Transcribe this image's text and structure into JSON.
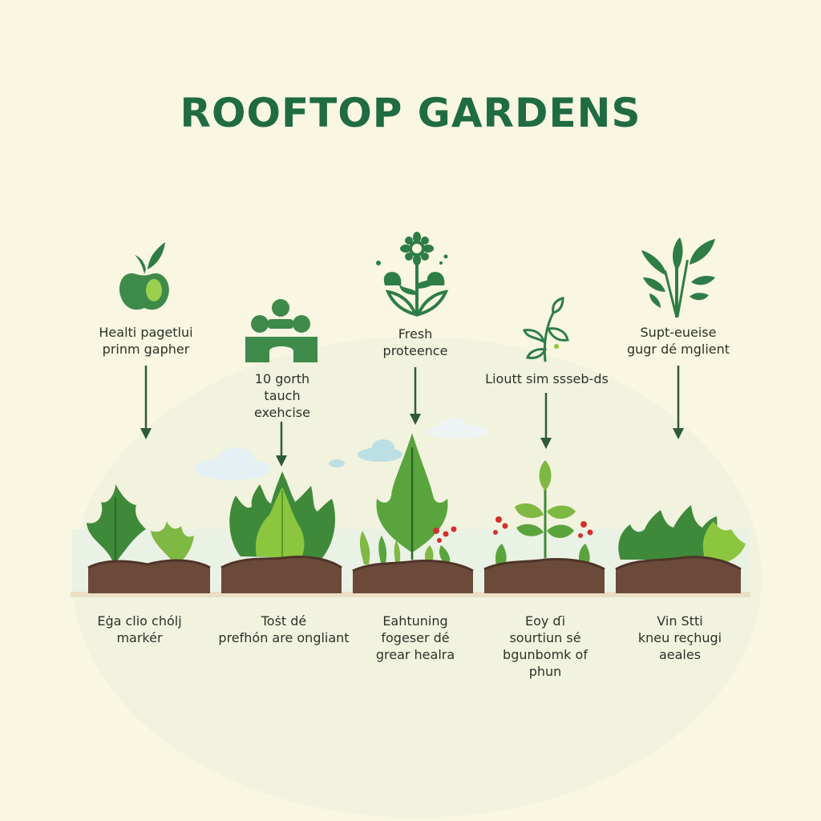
{
  "title": "ROOFTOP GARDENS",
  "benefits": [
    {
      "icon": "apple-icon",
      "lines": [
        "Healti pagetlui",
        "prinm gapher"
      ]
    },
    {
      "icon": "people-icon",
      "lines": [
        "10 gorth",
        "tauch",
        "exehcise"
      ]
    },
    {
      "icon": "flower-icon",
      "lines": [
        "Fresh",
        "proteence"
      ]
    },
    {
      "icon": "sprout-icon",
      "lines": [
        "Lioutt sim ssseb-ds"
      ]
    },
    {
      "icon": "herb-icon",
      "lines": [
        "Supt-eueise",
        "gugr dé mglient"
      ]
    }
  ],
  "beds": [
    {
      "lines": [
        "Eġa clio chólj",
        "markér"
      ]
    },
    {
      "lines": [
        "Toṡt dé",
        "prefhón are onglіant"
      ]
    },
    {
      "lines": [
        "Eahtuning",
        "fogeser dé",
        "grear healra"
      ]
    },
    {
      "lines": [
        "Eoy ɗi",
        "sourtiun sé",
        "bgunbomk of",
        "phun"
      ]
    },
    {
      "lines": [
        "Vin Stti",
        "kneu reçhugi",
        "aeales"
      ]
    }
  ],
  "colors": {
    "title": "#1f6b42",
    "icon": "#2e7d46",
    "soil": "#6b4a3a",
    "leaf_dark": "#3f8a3a",
    "leaf_light": "#8cc63f",
    "background": "#f9f6e1"
  }
}
